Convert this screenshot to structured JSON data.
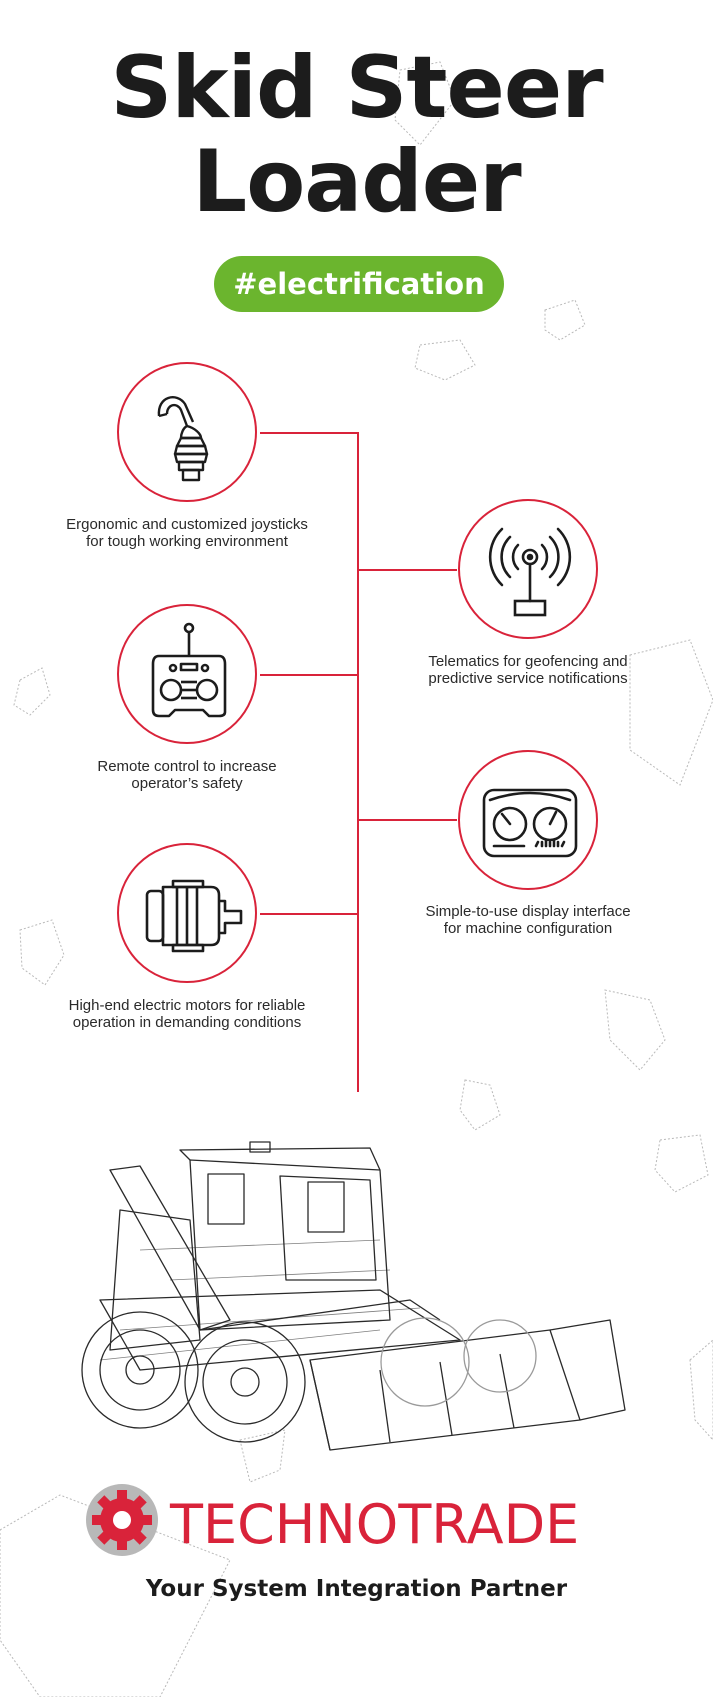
{
  "title": {
    "line1": "Skid Steer",
    "line2": "Loader"
  },
  "tag": "#electrification",
  "features": [
    {
      "name": "joystick",
      "icon": "joystick-icon",
      "line1": "Ergonomic and customized joysticks",
      "line2": "for tough working environment"
    },
    {
      "name": "telematics",
      "icon": "antenna-icon",
      "line1": "Telematics for geofencing and",
      "line2": "predictive service notifications"
    },
    {
      "name": "remote",
      "icon": "remote-control-icon",
      "line1": "Remote control to increase",
      "line2": "operator’s safety"
    },
    {
      "name": "display",
      "icon": "gauge-display-icon",
      "line1": "Simple-to-use display interface",
      "line2": "for machine configuration"
    },
    {
      "name": "motor",
      "icon": "electric-motor-icon",
      "line1": "High-end electric motors for reliable",
      "line2": "operation in demanding conditions"
    }
  ],
  "brand": {
    "name": "TECHNOTRADE",
    "slogan": "Your System Integration Partner",
    "accent": "#d9233a",
    "tag_color": "#6bb52e"
  }
}
